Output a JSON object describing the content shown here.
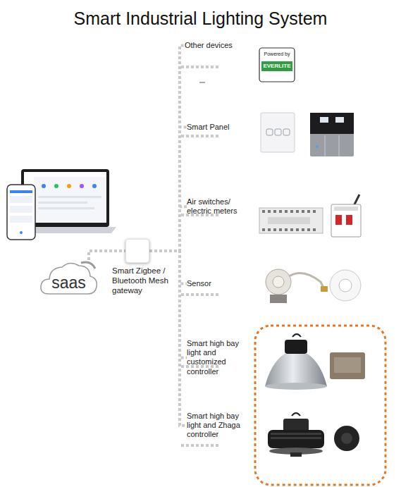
{
  "diagram": {
    "title": "Smart Industrial Lighting System",
    "nodes": [
      {
        "text": [
          "saas"
        ]
      },
      {
        "text": [
          "Smart Zigbee / Bluetooth Mesh gateway"
        ]
      },
      {
        "text": [
          "Other devices"
        ]
      },
      {
        "text": [
          "Smart Panel"
        ]
      },
      {
        "text": [
          "Air switches/ electric meters"
        ]
      },
      {
        "text": [
          "Sensor"
        ]
      },
      {
        "text": [
          "Smart high bay light and customized controller"
        ]
      },
      {
        "text": [
          "Smart high bay light and Zhaga controller"
        ]
      }
    ],
    "edges": [
      {
        "from": 0,
        "to": 1,
        "arrow": "none"
      },
      {
        "from": 1,
        "to": 2,
        "arrow": "none"
      },
      {
        "from": 1,
        "to": 3,
        "arrow": "none"
      },
      {
        "from": 1,
        "to": 4,
        "arrow": "none"
      },
      {
        "from": 1,
        "to": 5,
        "arrow": "none"
      },
      {
        "from": 1,
        "to": 6,
        "arrow": "none"
      },
      {
        "from": 1,
        "to": 7,
        "arrow": "none"
      }
    ],
    "labels": [
      "Powered by",
      "EVERLITE"
    ]
  }
}
